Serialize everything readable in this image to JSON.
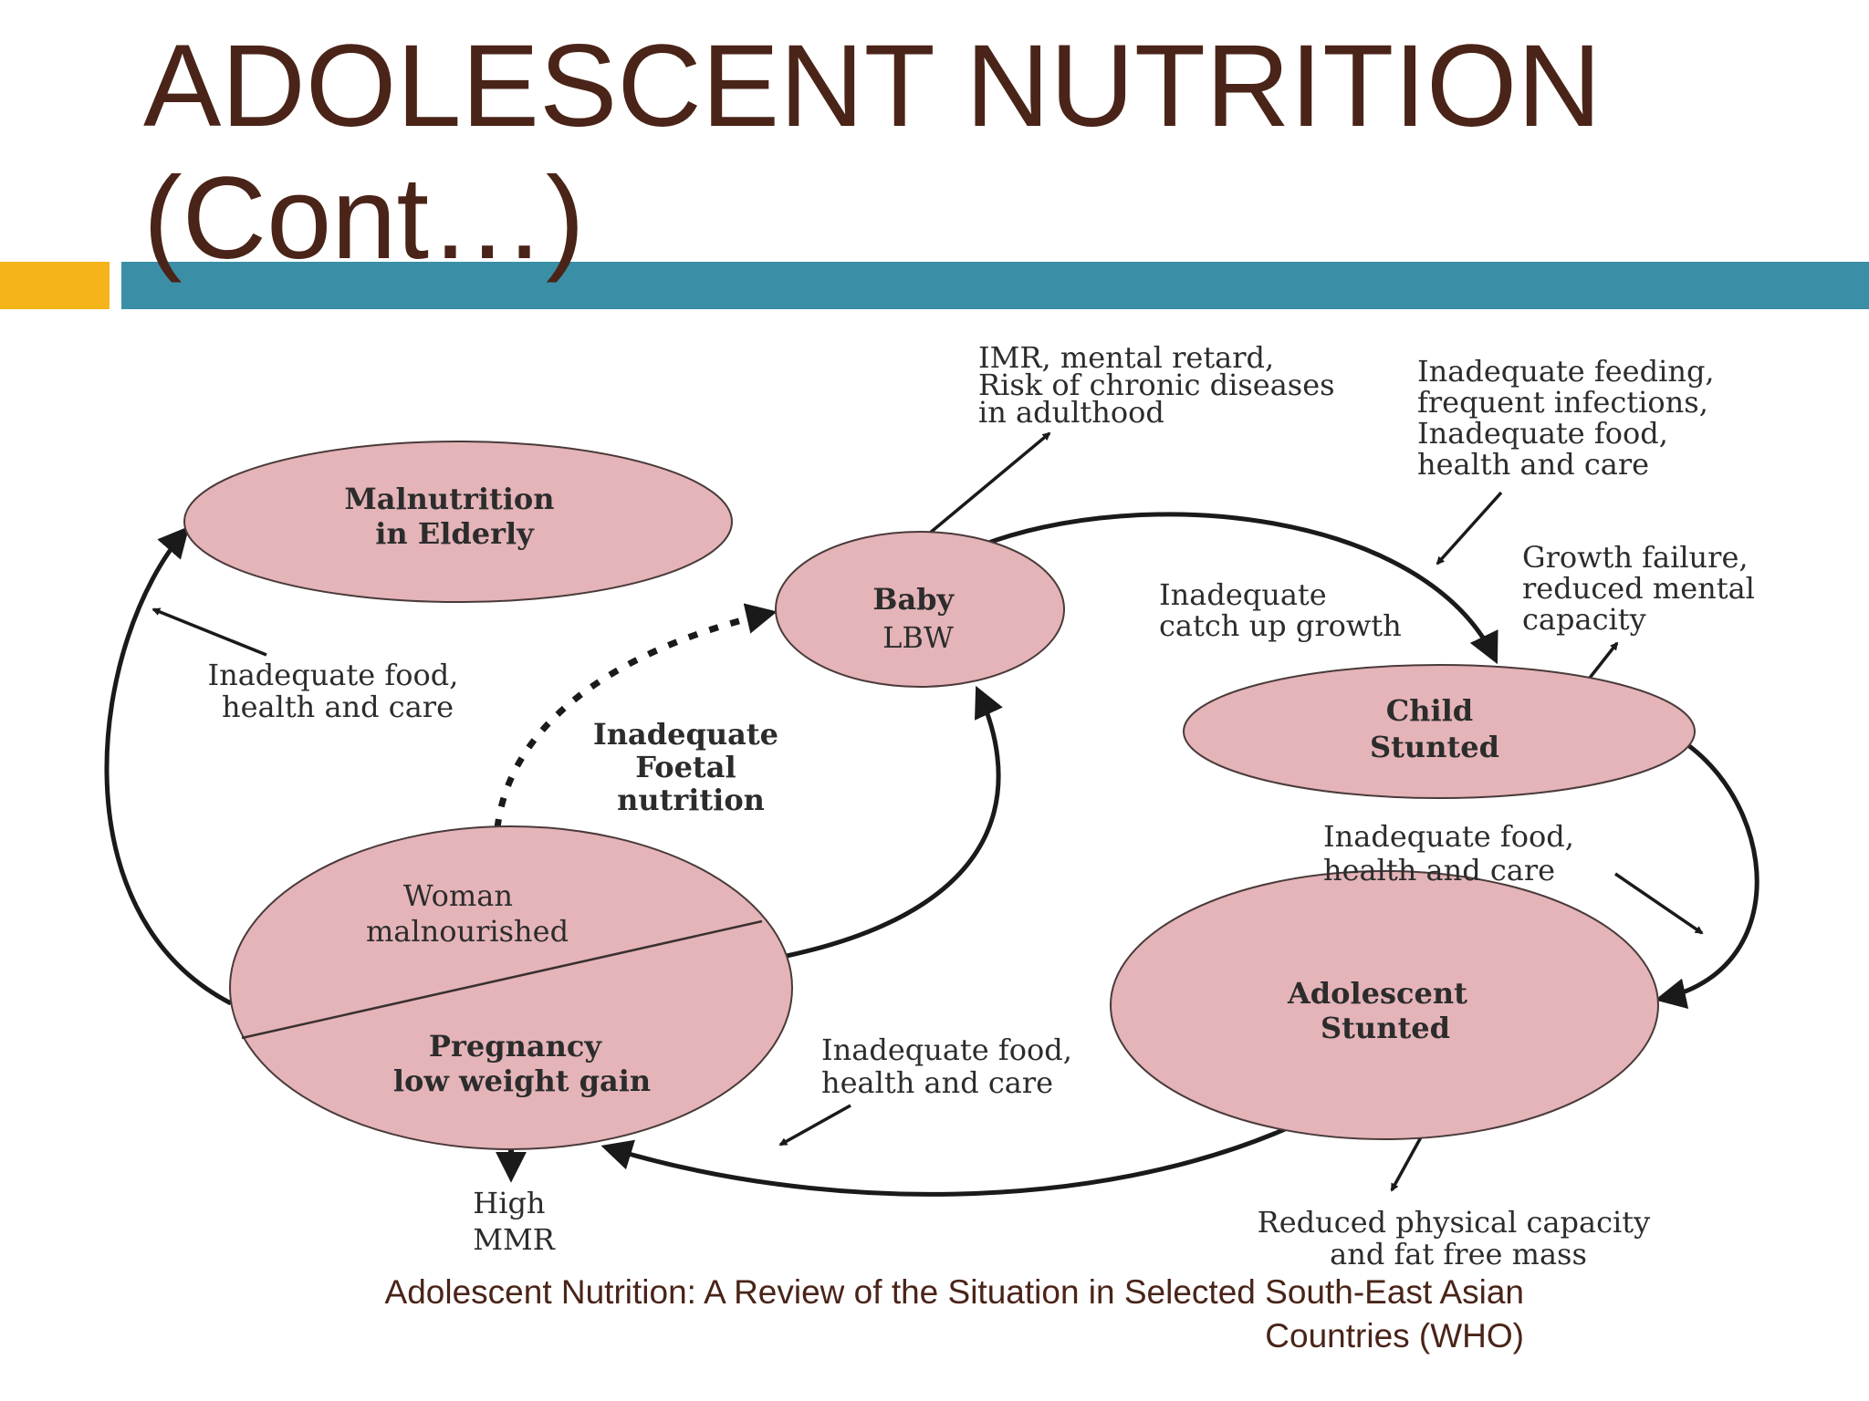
{
  "slide": {
    "title_line1": "ADOLESCENT NUTRITION",
    "title_line2": "(Cont…)",
    "caption_line1": "Adolescent Nutrition: A Review of the Situation in Selected South-East Asian",
    "caption_line2": "Countries (WHO)"
  },
  "colors": {
    "title": "#4a2418",
    "accent_bar": "#f5b41a",
    "main_bar": "#3a8fa6",
    "node_fill": "#e4b4b8",
    "arrow": "#1a1a1a"
  },
  "nodes": {
    "elderly": [
      "Malnutrition",
      "in Elderly"
    ],
    "baby": [
      "Baby",
      "LBW"
    ],
    "child": [
      "Child",
      "Stunted"
    ],
    "adolescent": [
      "Adolescent",
      "Stunted"
    ],
    "woman": [
      "Woman",
      "malnourished"
    ],
    "pregnancy": [
      "Pregnancy",
      "low weight gain"
    ]
  },
  "labels": {
    "imr": [
      "IMR, mental retard,",
      "Risk of chronic diseases",
      "in adulthood"
    ],
    "feeding": [
      "Inadequate feeding,",
      "frequent infections,",
      "Inadequate food,",
      "health and care"
    ],
    "growth_failure": [
      "Growth failure,",
      "reduced mental",
      "capacity"
    ],
    "catch_up": [
      "Inadequate",
      "catch up growth"
    ],
    "elderly_food": [
      "Inadequate food,",
      "health and care"
    ],
    "foetal": [
      "Inadequate",
      "Foetal",
      "nutrition"
    ],
    "child_food": [
      "Inadequate food,",
      "health and care"
    ],
    "adolescent_food": [
      "Inadequate food,",
      "health and care"
    ],
    "mmr": [
      "High",
      "MMR"
    ],
    "physical": [
      "Reduced physical capacity",
      "and fat free mass"
    ]
  }
}
